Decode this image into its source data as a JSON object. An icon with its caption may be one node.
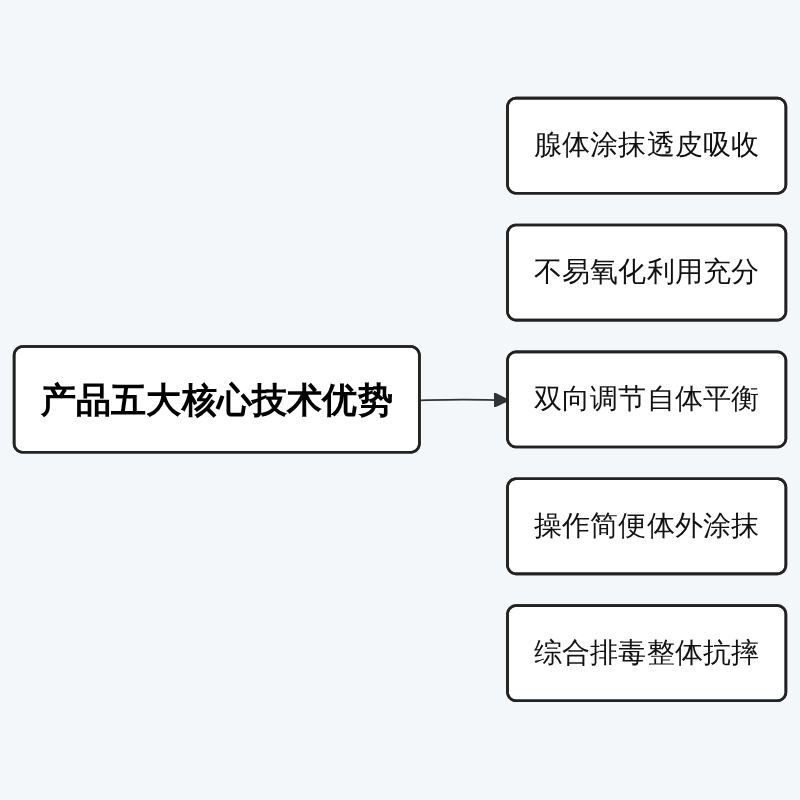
{
  "diagram": {
    "nodes": [
      {
        "text": [
          "产品五大核心技术优势"
        ]
      },
      {
        "text": [
          "腺体涂抹透皮吸收"
        ]
      },
      {
        "text": [
          "不易氧化利用充分"
        ]
      },
      {
        "text": [
          "双向调节自体平衡"
        ]
      },
      {
        "text": [
          "操作简便体外涂抹"
        ]
      },
      {
        "text": [
          "综合排毒整体抗摔"
        ]
      }
    ],
    "edges": [
      {
        "from": 0,
        "to": 3,
        "arrow": "to"
      }
    ]
  }
}
